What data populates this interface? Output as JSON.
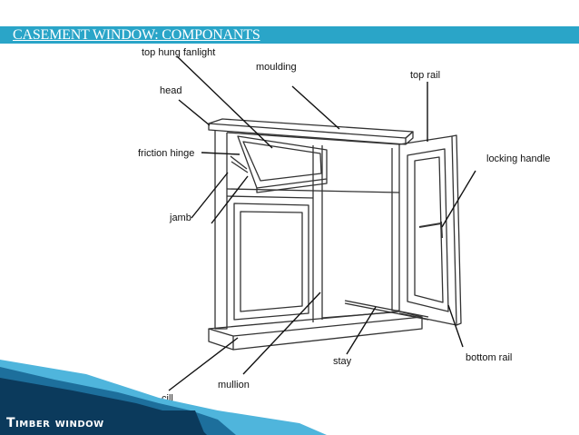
{
  "title": "CASEMENT WINDOW:  COMPONANTS",
  "footer": "Timber window",
  "labels": {
    "top_hung_fanlight": "top hung fanlight",
    "moulding": "moulding",
    "top_rail": "top rail",
    "head": "head",
    "friction_hinge": "friction hinge",
    "locking_handle": "locking handle",
    "jamb": "jamb",
    "stay": "stay",
    "bottom_rail": "bottom rail",
    "mullion": "mullion",
    "cill": "cill"
  },
  "colors": {
    "title_bar": "#2aa5c8",
    "footer_dark": "#0b3a5c",
    "footer_mid": "#1d6f9c",
    "footer_light": "#4fb5dc"
  }
}
